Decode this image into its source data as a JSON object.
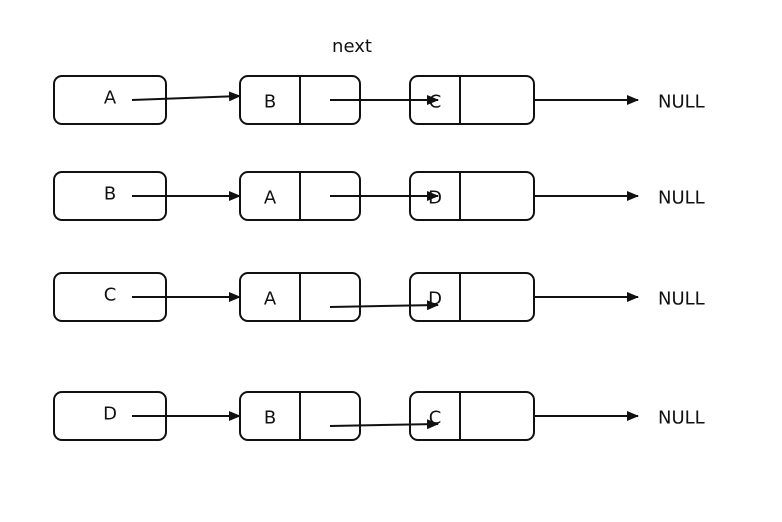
{
  "caption": "next",
  "null_label": "NULL",
  "rows": [
    {
      "head": "A",
      "nodes": [
        "B",
        "C"
      ]
    },
    {
      "head": "B",
      "nodes": [
        "A",
        "D"
      ]
    },
    {
      "head": "C",
      "nodes": [
        "A",
        "D"
      ]
    },
    {
      "head": "D",
      "nodes": [
        "B",
        "C"
      ]
    }
  ]
}
